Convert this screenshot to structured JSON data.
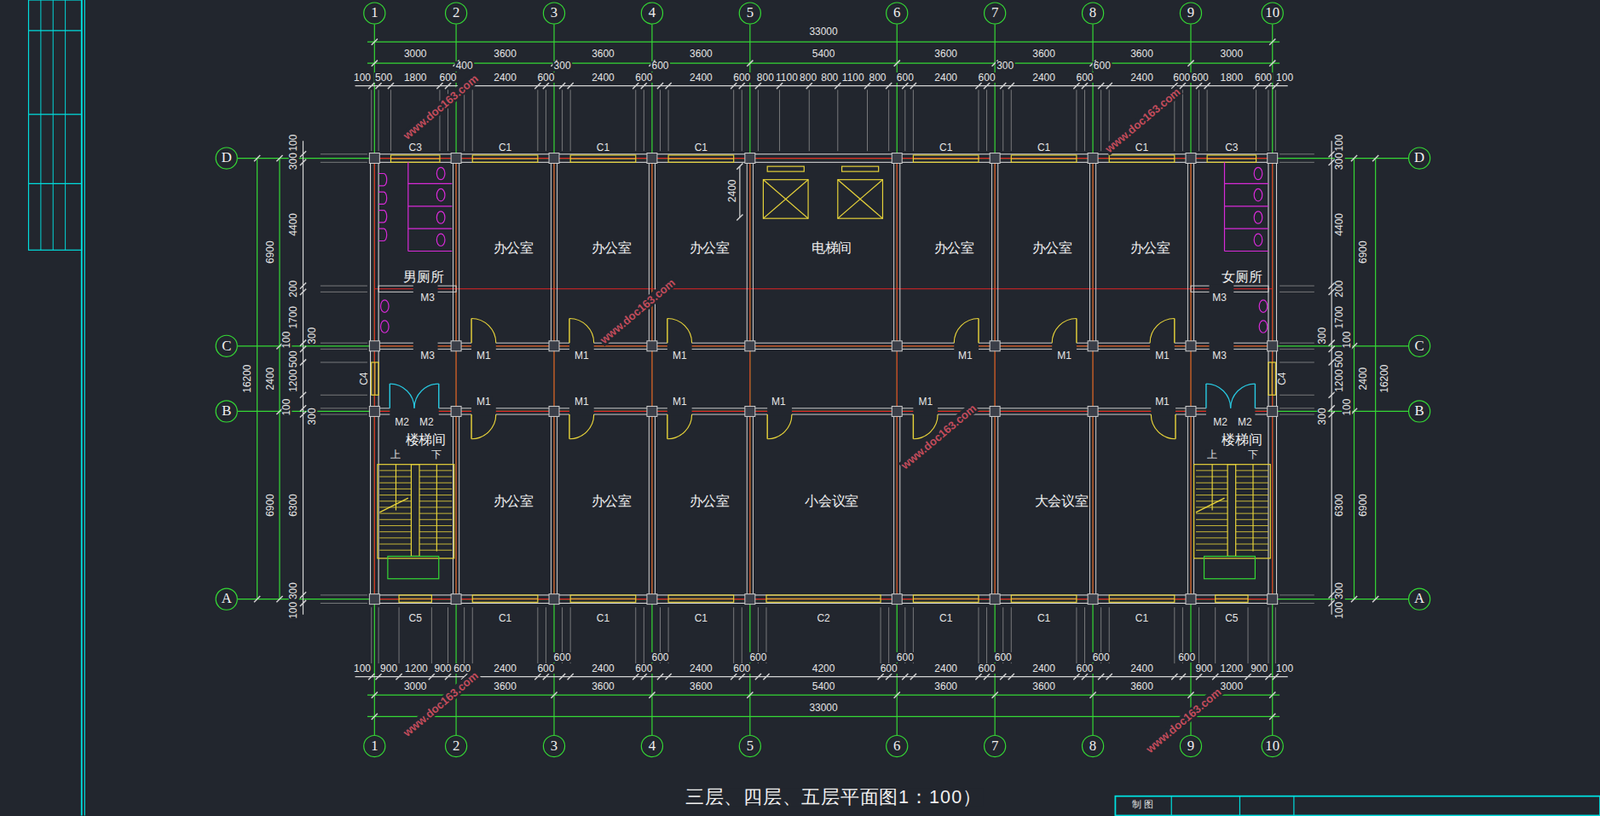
{
  "diagram": {
    "title": "三层、四层、五层平面图1：100）",
    "nodes": [
      {
        "text": [
          "1"
        ]
      },
      {
        "text": [
          "2"
        ]
      },
      {
        "text": [
          "3"
        ]
      },
      {
        "text": [
          "4"
        ]
      },
      {
        "text": [
          "5"
        ]
      },
      {
        "text": [
          "6"
        ]
      },
      {
        "text": [
          "7"
        ]
      },
      {
        "text": [
          "8"
        ]
      },
      {
        "text": [
          "9"
        ]
      },
      {
        "text": [
          "10"
        ]
      },
      {
        "text": [
          "1"
        ]
      },
      {
        "text": [
          "2"
        ]
      },
      {
        "text": [
          "3"
        ]
      },
      {
        "text": [
          "4"
        ]
      },
      {
        "text": [
          "5"
        ]
      },
      {
        "text": [
          "6"
        ]
      },
      {
        "text": [
          "7"
        ]
      },
      {
        "text": [
          "8"
        ]
      },
      {
        "text": [
          "9"
        ]
      },
      {
        "text": [
          "10"
        ]
      },
      {
        "text": [
          "D"
        ]
      },
      {
        "text": [
          "C"
        ]
      },
      {
        "text": [
          "B"
        ]
      },
      {
        "text": [
          "A"
        ]
      },
      {
        "text": [
          "D"
        ]
      },
      {
        "text": [
          "C"
        ]
      },
      {
        "text": [
          "B"
        ]
      },
      {
        "text": [
          "A"
        ]
      }
    ],
    "edges": [
      {
        "from": 0,
        "to": 10,
        "arrow": "none"
      },
      {
        "from": 1,
        "to": 11,
        "arrow": "none"
      },
      {
        "from": 2,
        "to": 12,
        "arrow": "none"
      },
      {
        "from": 3,
        "to": 13,
        "arrow": "none"
      },
      {
        "from": 4,
        "to": 14,
        "arrow": "none"
      },
      {
        "from": 5,
        "to": 15,
        "arrow": "none"
      },
      {
        "from": 6,
        "to": 16,
        "arrow": "none"
      },
      {
        "from": 7,
        "to": 17,
        "arrow": "none"
      },
      {
        "from": 8,
        "to": 18,
        "arrow": "none"
      },
      {
        "from": 9,
        "to": 19,
        "arrow": "none"
      },
      {
        "from": 20,
        "to": 24,
        "arrow": "none"
      },
      {
        "from": 21,
        "to": 25,
        "arrow": "none"
      },
      {
        "from": 22,
        "to": 26,
        "arrow": "none"
      },
      {
        "from": 23,
        "to": 27,
        "arrow": "none"
      }
    ],
    "labels": [
      "33000",
      "3000",
      "3600",
      "3600",
      "3600",
      "5400",
      "3600",
      "3600",
      "3600",
      "3000",
      "100",
      "500",
      "1800",
      "600",
      "2400",
      "600",
      "2400",
      "600",
      "2400",
      "600",
      "800",
      "1100",
      "800",
      "800",
      "1100",
      "800",
      "600",
      "2400",
      "600",
      "2400",
      "600",
      "2400",
      "600",
      "600",
      "1800",
      "600",
      "100",
      "400",
      "300",
      "600",
      "300",
      "600",
      "100",
      "900",
      "1200",
      "900",
      "600",
      "2400",
      "600",
      "2400",
      "600",
      "2400",
      "600",
      "4200",
      "600",
      "2400",
      "600",
      "2400",
      "600",
      "2400",
      "900",
      "1200",
      "900",
      "100",
      "600",
      "600",
      "600",
      "600",
      "600",
      "600",
      "600",
      "3000",
      "3600",
      "3600",
      "3600",
      "5400",
      "3600",
      "3600",
      "3600",
      "3000",
      "33000",
      "6900",
      "2400",
      "6900",
      "16200",
      "100",
      "300",
      "4400",
      "200",
      "1700",
      "300",
      "100",
      "500",
      "1200",
      "100",
      "300",
      "6300",
      "300",
      "100",
      "6900",
      "2400",
      "6900",
      "16200",
      "100",
      "300",
      "4400",
      "200",
      "1700",
      "300",
      "100",
      "500",
      "1200",
      "100",
      "300",
      "6300",
      "300",
      "100",
      "男厕所",
      "办公室",
      "办公室",
      "办公室",
      "电梯间",
      "办公室",
      "办公室",
      "办公室",
      "女厕所",
      "楼梯间",
      "办公室",
      "办公室",
      "办公室",
      "小会议室",
      "大会议室",
      "楼梯间",
      "C3",
      "C1",
      "C1",
      "C1",
      "C1",
      "C1",
      "C1",
      "C3",
      "C5",
      "C1",
      "C1",
      "C1",
      "C2",
      "C1",
      "C1",
      "C1",
      "C5",
      "C4",
      "C4",
      "M3",
      "M3",
      "M3",
      "M3",
      "M1",
      "M1",
      "M1",
      "M1",
      "M1",
      "M1",
      "M1",
      "M1",
      "M1",
      "M1",
      "M1",
      "M1",
      "M2",
      "M2",
      "M2",
      "M2",
      "上",
      "下",
      "上",
      "下",
      "2400",
      "www.doc163.com",
      "www.doc163.com",
      "www.doc163.com",
      "www.doc163.com",
      "www.doc163.com",
      "www.doc163.com",
      "制 图"
    ]
  }
}
